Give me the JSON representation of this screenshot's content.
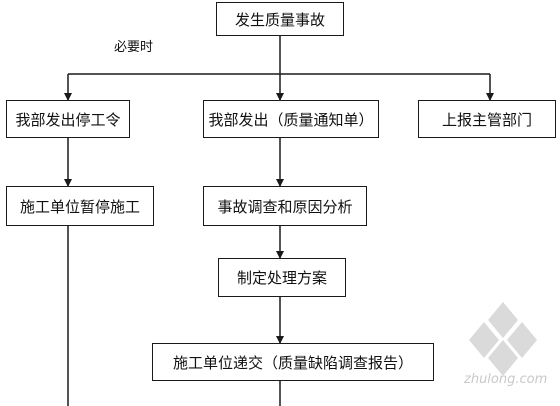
{
  "nodes": {
    "top": "发生质量事故",
    "stop_order": "我部发出停工令",
    "notice": "我部发出（质量通知单）",
    "report_upper": "上报主管部门",
    "suspend": "施工单位暂停施工",
    "investigate": "事故调查和原因分析",
    "plan": "制定处理方案",
    "submit": "施工单位递交（质量缺陷调查报告）"
  },
  "annotation": "必要时",
  "watermark": {
    "text": "zhulong.com",
    "color": "#c9c9c9"
  },
  "colors": {
    "line": "#1a1a1a",
    "box_border": "#1a1a1a"
  }
}
